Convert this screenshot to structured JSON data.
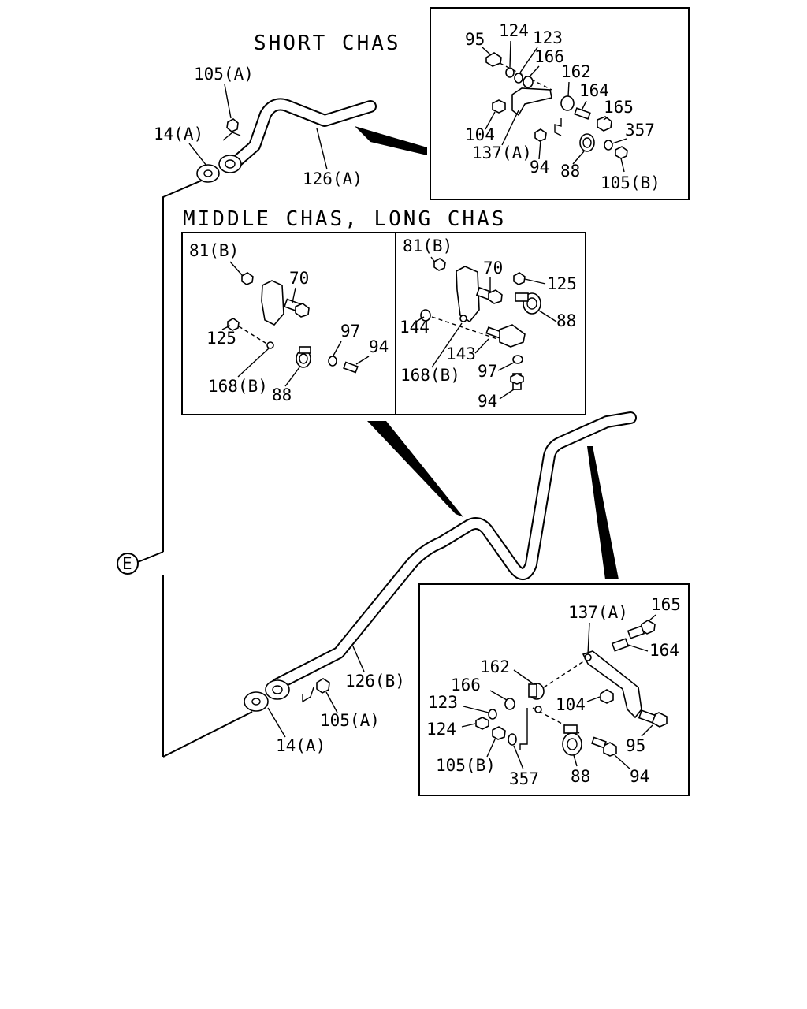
{
  "sections": {
    "short": "SHORT CHAS",
    "middle_long": "MIDDLE CHAS, LONG CHAS"
  },
  "reference_marker": "E",
  "labels": {
    "short_14a": "14(A)",
    "short_105a": "105(A)",
    "short_126a": "126(A)",
    "sb_95": "95",
    "sb_124": "124",
    "sb_123": "123",
    "sb_166": "166",
    "sb_162": "162",
    "sb_164": "164",
    "sb_165": "165",
    "sb_357": "357",
    "sb_104": "104",
    "sb_137a": "137(A)",
    "sb_94": "94",
    "sb_88": "88",
    "sb_105b": "105(B)",
    "ml_81b": "81(B)",
    "ml_70": "70",
    "ml_125": "125",
    "ml_97": "97",
    "ml_94": "94",
    "ml_168b": "168(B)",
    "ml_88": "88",
    "mr_81b": "81(B)",
    "mr_70": "70",
    "mr_125": "125",
    "mr_144": "144",
    "mr_88": "88",
    "mr_143": "143",
    "mr_168b": "168(B)",
    "mr_97": "97",
    "mr_94": "94",
    "long_126b": "126(B)",
    "long_105a": "105(A)",
    "long_14a": "14(A)",
    "lb_137a": "137(A)",
    "lb_165": "165",
    "lb_164": "164",
    "lb_162": "162",
    "lb_166": "166",
    "lb_104": "104",
    "lb_123": "123",
    "lb_124": "124",
    "lb_95": "95",
    "lb_105b": "105(B)",
    "lb_357": "357",
    "lb_88": "88",
    "lb_94": "94"
  }
}
